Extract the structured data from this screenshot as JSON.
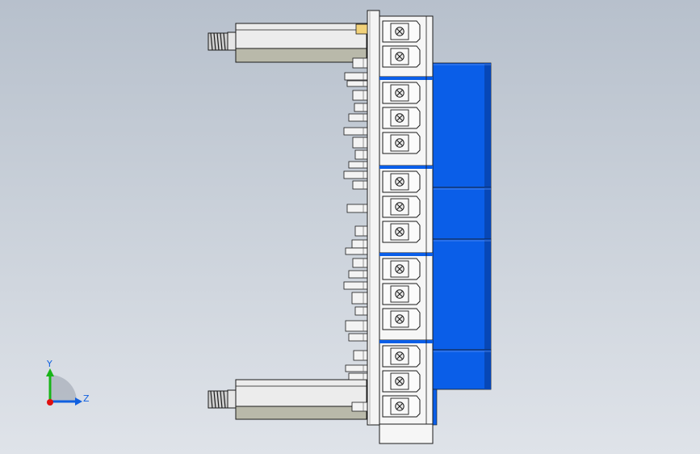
{
  "triad": {
    "y_label": "Y",
    "z_label": "Z",
    "x_axis_color": "#e01010",
    "y_axis_color": "#18b418",
    "z_axis_color": "#1060e0"
  },
  "colors": {
    "relay_blue": "#0a5ee8",
    "relay_blue_dark": "#0747b6",
    "terminal_white": "#f6f6f6",
    "outline": "#1a1a1a",
    "pcb_light": "#f3f3f3",
    "standoff": "#e8e8e8",
    "standoff_shade": "#b8b8a8"
  },
  "model": {
    "terminal_groups": 5,
    "terminals_per_group": [
      2,
      3,
      3,
      3,
      3
    ],
    "relay_count": 4,
    "standoff_count": 2
  }
}
